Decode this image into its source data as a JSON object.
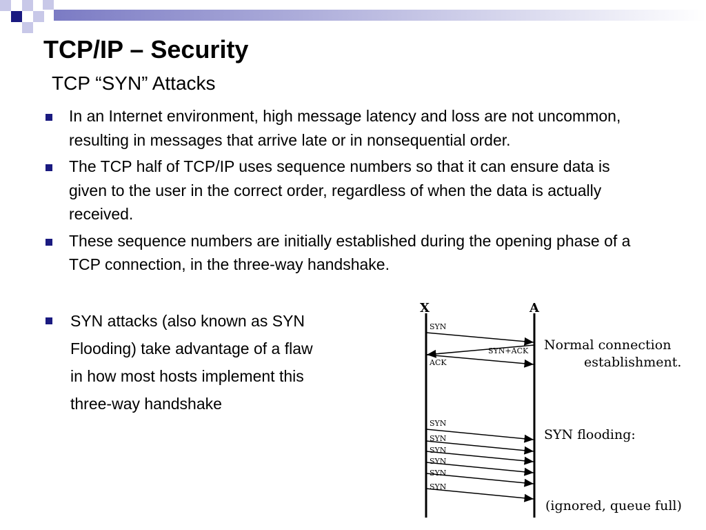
{
  "slide": {
    "title": "TCP/IP – Security",
    "subtitle": "TCP “SYN” Attacks",
    "bullets": [
      "In an Internet environment, high message latency and loss are not uncommon, resulting in messages that arrive late or in nonsequential order.",
      "The TCP half of TCP/IP uses sequence numbers so that it can ensure data is given to the user in the correct order, regardless of when the data is actually received.",
      "These sequence numbers are initially established during the opening phase of a TCP connection, in the three-way handshake."
    ],
    "last_bullet_lines": [
      "SYN attacks (also known as SYN",
      "Flooding) take advantage of a flaw",
      "in how most hosts implement this",
      "three-way handshake"
    ]
  },
  "diagram": {
    "host_x": "X",
    "host_a": "A",
    "msg_syn": "SYN",
    "msg_synack": "SYN+ACK",
    "msg_ack": "ACK",
    "normal_line1": "Normal connection",
    "normal_line2": "establishment.",
    "flood_label": "SYN flooding:",
    "ignored_label": "(ignored, queue full)"
  },
  "colors": {
    "accent": "#1a1a80",
    "deco_light": "#c8c8e8"
  }
}
